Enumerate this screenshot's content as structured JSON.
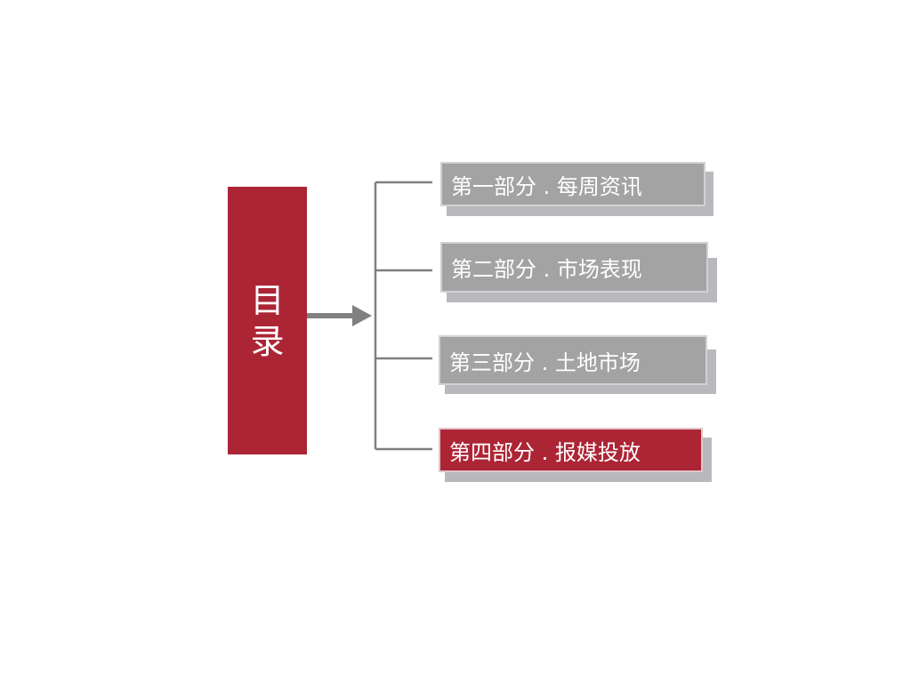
{
  "title": {
    "chars": [
      "目",
      "录"
    ]
  },
  "items": [
    {
      "label": "第一部分 . 每周资讯",
      "style": "gray"
    },
    {
      "label": "第二部分 . 市场表现",
      "style": "gray"
    },
    {
      "label": "第三部分 . 土地市场",
      "style": "gray"
    },
    {
      "label": "第四部分 . 报媒投放",
      "style": "red"
    }
  ],
  "colors": {
    "accent": "#ac2535",
    "item_gray": "#a3a3a3",
    "shadow": "#b9b9bd",
    "connector": "#808080"
  }
}
